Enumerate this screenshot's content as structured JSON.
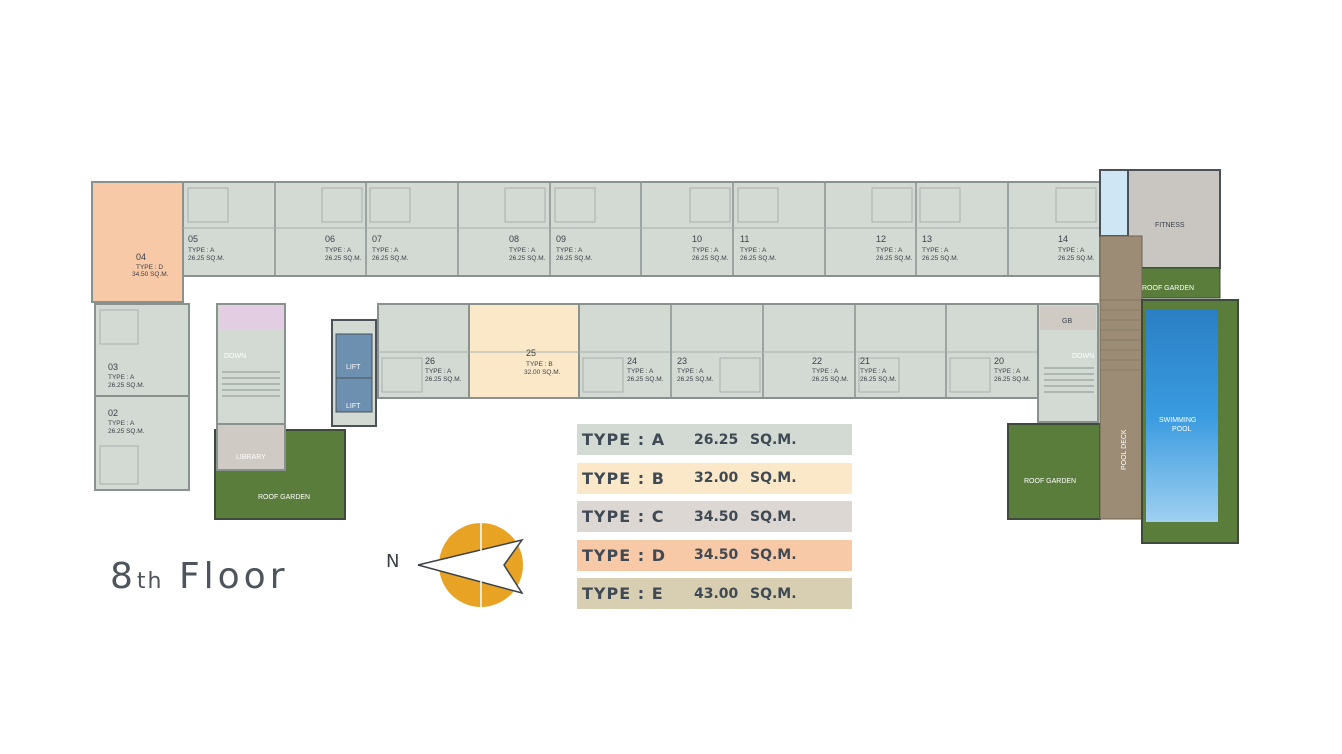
{
  "floor": {
    "number": "8",
    "suffix": "th",
    "word": "Floor"
  },
  "compass": {
    "north_label": "N"
  },
  "legend": [
    {
      "type": "TYPE : A",
      "area": "26.25",
      "unit": "SQ.M.",
      "color": "#d3dad4"
    },
    {
      "type": "TYPE : B",
      "area": "32.00",
      "unit": "SQ.M.",
      "color": "#fbe8c9"
    },
    {
      "type": "TYPE : C",
      "area": "34.50",
      "unit": "SQ.M.",
      "color": "#dcd7d2"
    },
    {
      "type": "TYPE : D",
      "area": "34.50",
      "unit": "SQ.M.",
      "color": "#f8c9a7"
    },
    {
      "type": "TYPE : E",
      "area": "43.00",
      "unit": "SQ.M.",
      "color": "#d8ceb1"
    }
  ],
  "units": [
    {
      "id": "04",
      "type": "TYPE : D",
      "area": "34.50 SQ.M."
    },
    {
      "id": "05",
      "type": "TYPE : A",
      "area": "26.25 SQ.M."
    },
    {
      "id": "06",
      "type": "TYPE : A",
      "area": "26.25 SQ.M."
    },
    {
      "id": "07",
      "type": "TYPE : A",
      "area": "26.25 SQ.M."
    },
    {
      "id": "08",
      "type": "TYPE : A",
      "area": "26.25 SQ.M."
    },
    {
      "id": "09",
      "type": "TYPE : A",
      "area": "26.25 SQ.M."
    },
    {
      "id": "10",
      "type": "TYPE : A",
      "area": "26.25 SQ.M."
    },
    {
      "id": "11",
      "type": "TYPE : A",
      "area": "26.25 SQ.M."
    },
    {
      "id": "12",
      "type": "TYPE : A",
      "area": "26.25 SQ.M."
    },
    {
      "id": "13",
      "type": "TYPE : A",
      "area": "26.25 SQ.M."
    },
    {
      "id": "14",
      "type": "TYPE : A",
      "area": "26.25 SQ.M."
    },
    {
      "id": "03",
      "type": "TYPE : A",
      "area": "26.25 SQ.M."
    },
    {
      "id": "02",
      "type": "TYPE : A",
      "area": "26.25 SQ.M."
    },
    {
      "id": "26",
      "type": "TYPE : A",
      "area": "26.25 SQ.M."
    },
    {
      "id": "25",
      "type": "TYPE : B",
      "area": "32.00 SQ.M."
    },
    {
      "id": "24",
      "type": "TYPE : A",
      "area": "26.25 SQ.M."
    },
    {
      "id": "23",
      "type": "TYPE : A",
      "area": "26.25 SQ.M."
    },
    {
      "id": "22",
      "type": "TYPE : A",
      "area": "26.25 SQ.M."
    },
    {
      "id": "21",
      "type": "TYPE : A",
      "area": "26.25 SQ.M."
    },
    {
      "id": "20",
      "type": "TYPE : A",
      "area": "26.25 SQ.M."
    }
  ],
  "facilities": {
    "fitness": "FITNESS",
    "roof_garden_top": "ROOF GARDEN",
    "roof_garden_left": "ROOF GARDEN",
    "roof_garden_right": "ROOF GARDEN",
    "swimming_pool_1": "SWIMMING",
    "swimming_pool_2": "POOL",
    "pool_deck": "POOL DECK",
    "library": "LIBRARY",
    "lift_1": "LIFT",
    "lift_2": "LIFT",
    "stair_left": "DOWN",
    "stair_right": "DOWN",
    "gb": "GB"
  },
  "colors": {
    "unit_a": "#d3dad4",
    "unit_b": "#fbe8c9",
    "unit_d": "#f8c9a7",
    "wall": "#8a9290",
    "garden": "#5a7d3c",
    "pool": "#2e8fd0",
    "deck": "#9c8c76",
    "fitness": "#c9c6c2",
    "lift": "#6d8fb0",
    "compass": "#e8a324"
  }
}
